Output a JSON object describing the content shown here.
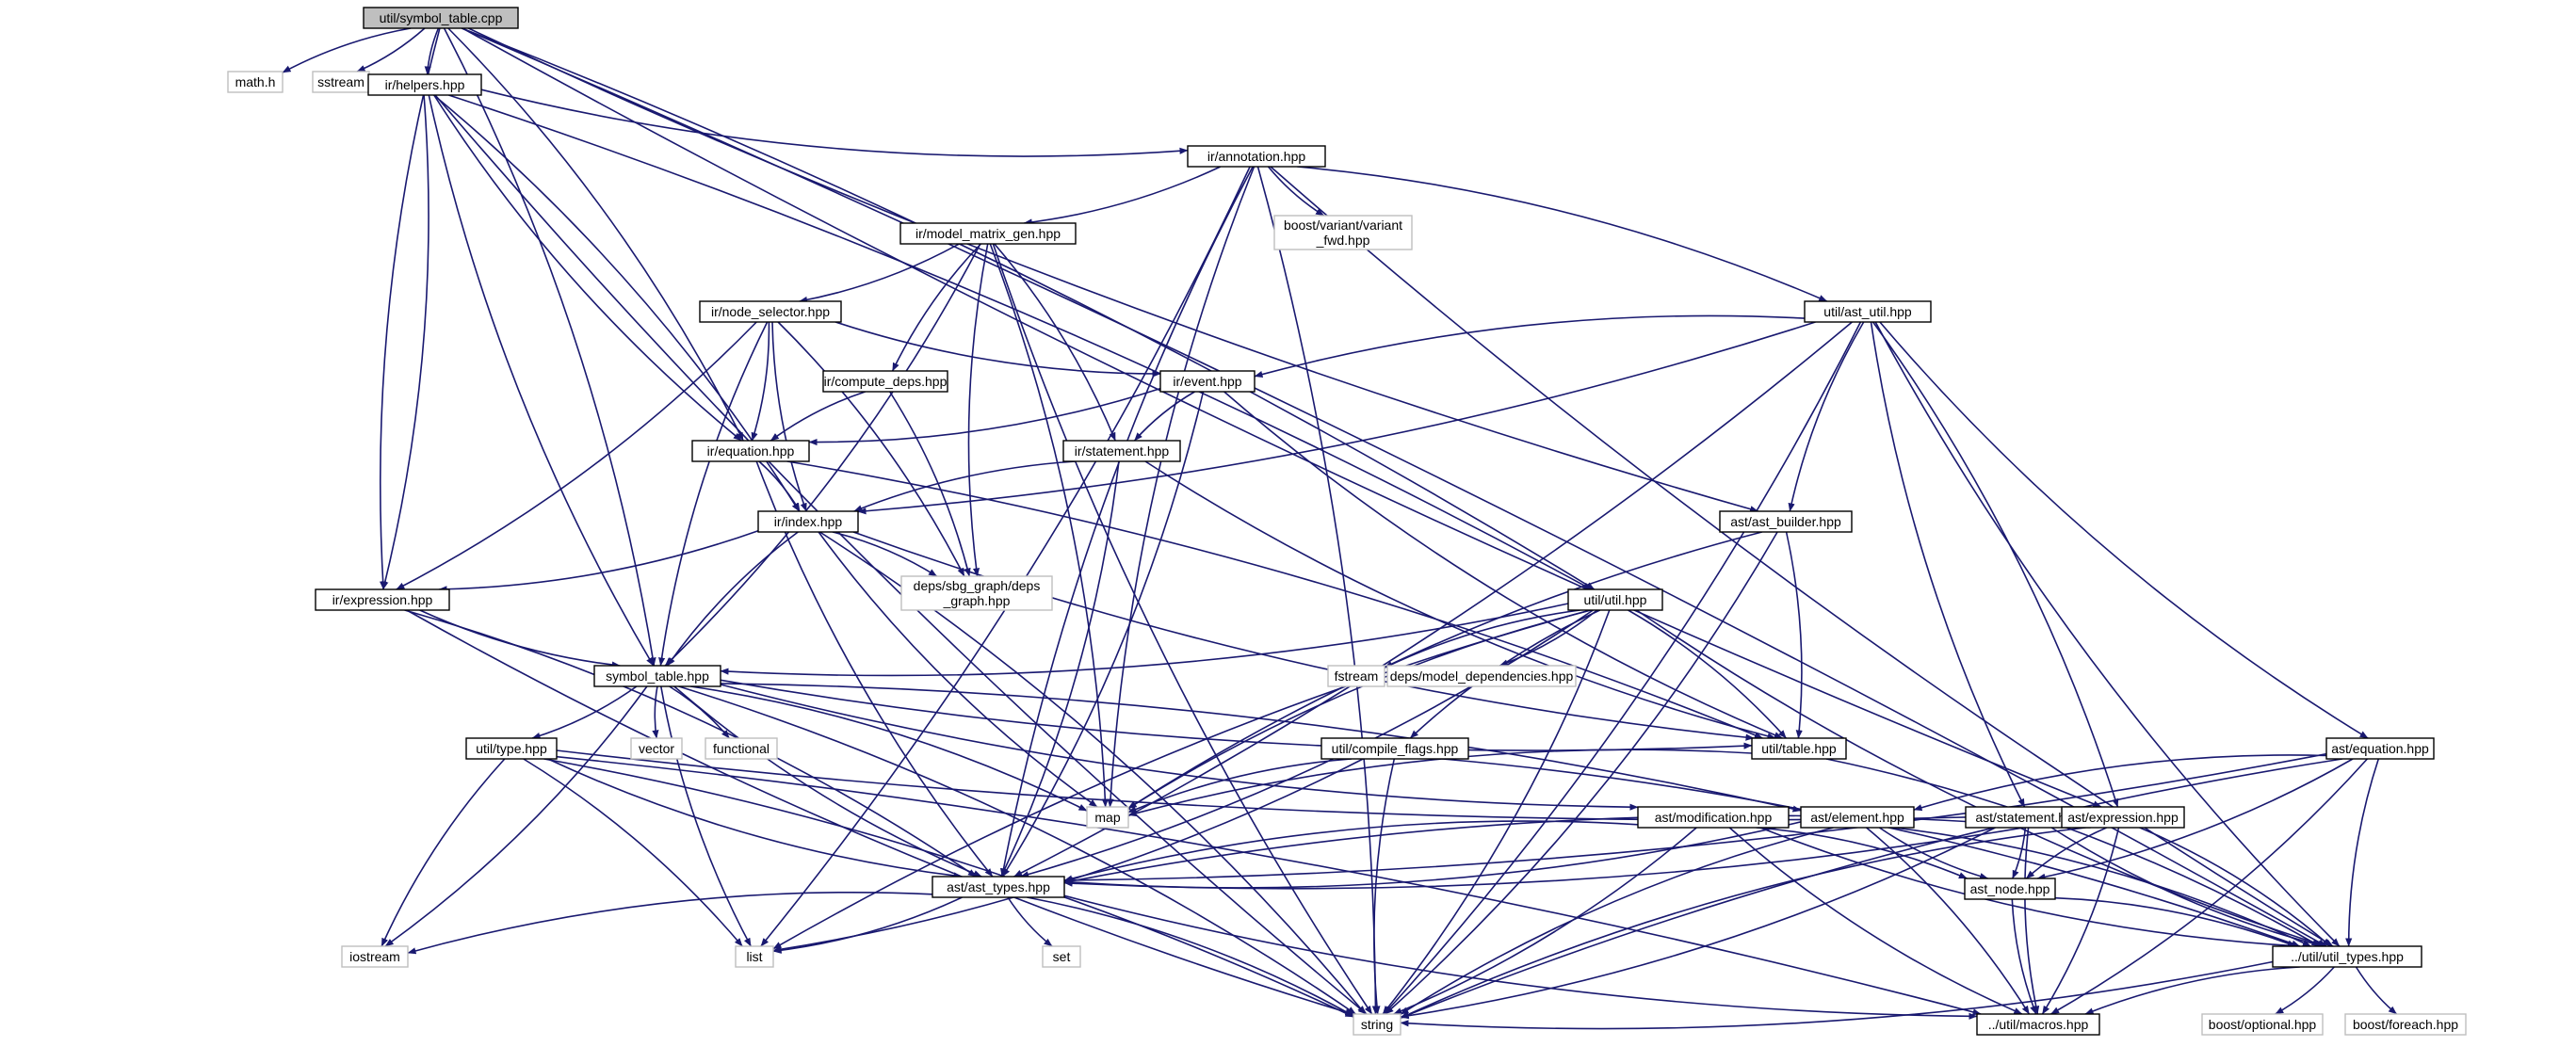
{
  "colors": {
    "edge": "#191970",
    "root_fill": "#bfbfbf",
    "node_border": "#000000",
    "external_border": "#bfbfbf"
  },
  "nodes": [
    {
      "id": "symtab_cpp",
      "label": "util/symbol_table.cpp",
      "kind": "root"
    },
    {
      "id": "math",
      "label": "math.h",
      "kind": "external"
    },
    {
      "id": "sstream",
      "label": "sstream",
      "kind": "external"
    },
    {
      "id": "helpers",
      "label": "ir/helpers.hpp",
      "kind": "local"
    },
    {
      "id": "annotation",
      "label": "ir/annotation.hpp",
      "kind": "local"
    },
    {
      "id": "variant",
      "label": [
        "boost/variant/variant",
        "_fwd.hpp"
      ],
      "kind": "external"
    },
    {
      "id": "mmgen",
      "label": "ir/model_matrix_gen.hpp",
      "kind": "local"
    },
    {
      "id": "nodesel",
      "label": "ir/node_selector.hpp",
      "kind": "local"
    },
    {
      "id": "astutil",
      "label": "util/ast_util.hpp",
      "kind": "local"
    },
    {
      "id": "compdeps",
      "label": "ir/compute_deps.hpp",
      "kind": "local"
    },
    {
      "id": "event",
      "label": "ir/event.hpp",
      "kind": "local"
    },
    {
      "id": "equation",
      "label": "ir/equation.hpp",
      "kind": "local"
    },
    {
      "id": "statement",
      "label": "ir/statement.hpp",
      "kind": "local"
    },
    {
      "id": "index",
      "label": "ir/index.hpp",
      "kind": "local"
    },
    {
      "id": "astbuilder",
      "label": "ast/ast_builder.hpp",
      "kind": "local"
    },
    {
      "id": "sbgdeps",
      "label": [
        "deps/sbg_graph/deps",
        "_graph.hpp"
      ],
      "kind": "external"
    },
    {
      "id": "irexpr",
      "label": "ir/expression.hpp",
      "kind": "local"
    },
    {
      "id": "utilhpp",
      "label": "util/util.hpp",
      "kind": "local"
    },
    {
      "id": "symtab",
      "label": "symbol_table.hpp",
      "kind": "local"
    },
    {
      "id": "fstream",
      "label": "fstream",
      "kind": "external"
    },
    {
      "id": "modeldeps",
      "label": "deps/model_dependencies.hpp",
      "kind": "external"
    },
    {
      "id": "typehpp",
      "label": "util/type.hpp",
      "kind": "local"
    },
    {
      "id": "vector",
      "label": "vector",
      "kind": "external"
    },
    {
      "id": "functional",
      "label": "functional",
      "kind": "external"
    },
    {
      "id": "compflags",
      "label": "util/compile_flags.hpp",
      "kind": "local"
    },
    {
      "id": "table",
      "label": "util/table.hpp",
      "kind": "local"
    },
    {
      "id": "asteq",
      "label": "ast/equation.hpp",
      "kind": "local"
    },
    {
      "id": "map",
      "label": "map",
      "kind": "external"
    },
    {
      "id": "modification",
      "label": "ast/modification.hpp",
      "kind": "local"
    },
    {
      "id": "element",
      "label": "ast/element.hpp",
      "kind": "local"
    },
    {
      "id": "aststmt",
      "label": "ast/statement.hpp",
      "kind": "local"
    },
    {
      "id": "astexpr",
      "label": "ast/expression.hpp",
      "kind": "local"
    },
    {
      "id": "asttypes",
      "label": "ast/ast_types.hpp",
      "kind": "local"
    },
    {
      "id": "astnode",
      "label": "ast_node.hpp",
      "kind": "local"
    },
    {
      "id": "set",
      "label": "set",
      "kind": "external"
    },
    {
      "id": "iostream",
      "label": "iostream",
      "kind": "external"
    },
    {
      "id": "list",
      "label": "list",
      "kind": "external"
    },
    {
      "id": "utiltypes",
      "label": "../util/util_types.hpp",
      "kind": "local"
    },
    {
      "id": "string",
      "label": "string",
      "kind": "external"
    },
    {
      "id": "macros",
      "label": "../util/macros.hpp",
      "kind": "local"
    },
    {
      "id": "optional",
      "label": "boost/optional.hpp",
      "kind": "external"
    },
    {
      "id": "foreach",
      "label": "boost/foreach.hpp",
      "kind": "external"
    }
  ],
  "edges": [
    [
      "symtab_cpp",
      "math"
    ],
    [
      "symtab_cpp",
      "sstream"
    ],
    [
      "symtab_cpp",
      "helpers"
    ],
    [
      "symtab_cpp",
      "equation"
    ],
    [
      "symtab_cpp",
      "irexpr"
    ],
    [
      "symtab_cpp",
      "symtab"
    ],
    [
      "symtab_cpp",
      "astbuilder"
    ],
    [
      "symtab_cpp",
      "utilhpp"
    ],
    [
      "symtab_cpp",
      "astexpr"
    ],
    [
      "symtab_cpp",
      "utiltypes"
    ],
    [
      "helpers",
      "annotation"
    ],
    [
      "helpers",
      "utilhpp"
    ],
    [
      "helpers",
      "string"
    ],
    [
      "helpers",
      "irexpr"
    ],
    [
      "helpers",
      "equation"
    ],
    [
      "helpers",
      "index"
    ],
    [
      "helpers",
      "symtab"
    ],
    [
      "annotation",
      "mmgen"
    ],
    [
      "annotation",
      "variant"
    ],
    [
      "annotation",
      "astutil"
    ],
    [
      "annotation",
      "map"
    ],
    [
      "annotation",
      "list"
    ],
    [
      "annotation",
      "asttypes"
    ],
    [
      "annotation",
      "string"
    ],
    [
      "annotation",
      "utiltypes"
    ],
    [
      "mmgen",
      "nodesel"
    ],
    [
      "mmgen",
      "compdeps"
    ],
    [
      "mmgen",
      "statement"
    ],
    [
      "mmgen",
      "sbgdeps"
    ],
    [
      "mmgen",
      "symtab"
    ],
    [
      "mmgen",
      "string"
    ],
    [
      "mmgen",
      "map"
    ],
    [
      "nodesel",
      "event"
    ],
    [
      "nodesel",
      "equation"
    ],
    [
      "nodesel",
      "index"
    ],
    [
      "nodesel",
      "irexpr"
    ],
    [
      "nodesel",
      "symtab"
    ],
    [
      "nodesel",
      "sbgdeps"
    ],
    [
      "compdeps",
      "equation"
    ],
    [
      "compdeps",
      "sbgdeps"
    ],
    [
      "astutil",
      "event"
    ],
    [
      "astutil",
      "index"
    ],
    [
      "astutil",
      "astbuilder"
    ],
    [
      "astutil",
      "asttypes"
    ],
    [
      "astutil",
      "aststmt"
    ],
    [
      "astutil",
      "astexpr"
    ],
    [
      "astutil",
      "asteq"
    ],
    [
      "astutil",
      "string"
    ],
    [
      "astutil",
      "utiltypes"
    ],
    [
      "event",
      "equation"
    ],
    [
      "event",
      "statement"
    ],
    [
      "event",
      "asttypes"
    ],
    [
      "event",
      "table"
    ],
    [
      "equation",
      "index"
    ],
    [
      "equation",
      "asttypes"
    ],
    [
      "equation",
      "table"
    ],
    [
      "statement",
      "index"
    ],
    [
      "statement",
      "asttypes"
    ],
    [
      "statement",
      "table"
    ],
    [
      "index",
      "irexpr"
    ],
    [
      "index",
      "symtab"
    ],
    [
      "index",
      "sbgdeps"
    ],
    [
      "index",
      "map"
    ],
    [
      "index",
      "string"
    ],
    [
      "index",
      "table"
    ],
    [
      "astbuilder",
      "table"
    ],
    [
      "astbuilder",
      "map"
    ],
    [
      "astbuilder",
      "string"
    ],
    [
      "irexpr",
      "symtab"
    ],
    [
      "irexpr",
      "asttypes"
    ],
    [
      "irexpr",
      "string"
    ],
    [
      "utilhpp",
      "symtab"
    ],
    [
      "utilhpp",
      "fstream"
    ],
    [
      "utilhpp",
      "modeldeps"
    ],
    [
      "utilhpp",
      "compflags"
    ],
    [
      "utilhpp",
      "table"
    ],
    [
      "utilhpp",
      "map"
    ],
    [
      "utilhpp",
      "asttypes"
    ],
    [
      "utilhpp",
      "list"
    ],
    [
      "utilhpp",
      "string"
    ],
    [
      "utilhpp",
      "utiltypes"
    ],
    [
      "symtab",
      "typehpp"
    ],
    [
      "symtab",
      "vector"
    ],
    [
      "symtab",
      "functional"
    ],
    [
      "symtab",
      "table"
    ],
    [
      "symtab",
      "map"
    ],
    [
      "symtab",
      "asttypes"
    ],
    [
      "symtab",
      "iostream"
    ],
    [
      "symtab",
      "list"
    ],
    [
      "symtab",
      "string"
    ],
    [
      "symtab",
      "modification"
    ],
    [
      "symtab",
      "element"
    ],
    [
      "typehpp",
      "asttypes"
    ],
    [
      "typehpp",
      "list"
    ],
    [
      "typehpp",
      "iostream"
    ],
    [
      "typehpp",
      "string"
    ],
    [
      "typehpp",
      "astexpr"
    ],
    [
      "typehpp",
      "macros"
    ],
    [
      "compflags",
      "map"
    ],
    [
      "compflags",
      "list"
    ],
    [
      "compflags",
      "string"
    ],
    [
      "compflags",
      "utiltypes"
    ],
    [
      "table",
      "map"
    ],
    [
      "table",
      "utiltypes"
    ],
    [
      "asteq",
      "element"
    ],
    [
      "asteq",
      "astnode"
    ],
    [
      "asteq",
      "utiltypes"
    ],
    [
      "asteq",
      "asttypes"
    ],
    [
      "asteq",
      "string"
    ],
    [
      "asteq",
      "macros"
    ],
    [
      "modification",
      "asttypes"
    ],
    [
      "modification",
      "astnode"
    ],
    [
      "modification",
      "utiltypes"
    ],
    [
      "modification",
      "string"
    ],
    [
      "modification",
      "macros"
    ],
    [
      "element",
      "asttypes"
    ],
    [
      "element",
      "astnode"
    ],
    [
      "element",
      "utiltypes"
    ],
    [
      "element",
      "string"
    ],
    [
      "element",
      "macros"
    ],
    [
      "aststmt",
      "asttypes"
    ],
    [
      "aststmt",
      "astnode"
    ],
    [
      "aststmt",
      "utiltypes"
    ],
    [
      "aststmt",
      "string"
    ],
    [
      "aststmt",
      "macros"
    ],
    [
      "astexpr",
      "asttypes"
    ],
    [
      "astexpr",
      "astnode"
    ],
    [
      "astexpr",
      "utiltypes"
    ],
    [
      "astexpr",
      "string"
    ],
    [
      "astexpr",
      "macros"
    ],
    [
      "asttypes",
      "iostream"
    ],
    [
      "asttypes",
      "list"
    ],
    [
      "asttypes",
      "set"
    ],
    [
      "asttypes",
      "string"
    ],
    [
      "asttypes",
      "macros"
    ],
    [
      "astnode",
      "utiltypes"
    ],
    [
      "astnode",
      "macros"
    ],
    [
      "utiltypes",
      "string"
    ],
    [
      "utiltypes",
      "macros"
    ],
    [
      "utiltypes",
      "optional"
    ],
    [
      "utiltypes",
      "foreach"
    ]
  ]
}
